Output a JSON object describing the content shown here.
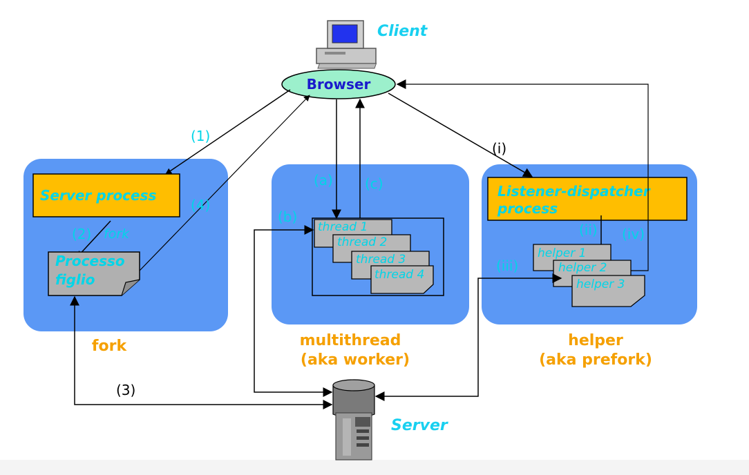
{
  "labels": {
    "client": "Client",
    "browser": "Browser",
    "server": "Server",
    "step1": "(1)",
    "step2": "(2)",
    "fork_word": "fork",
    "step3": "(3)",
    "step4": "(4)",
    "server_process": "Server process",
    "child_line1": "Processo",
    "child_line2": "figlio",
    "fork_title": "fork",
    "step_a": "(a)",
    "step_b": "(b)",
    "step_c": "(c)",
    "threads": [
      "thread 1",
      "thread 2",
      "thread 3",
      "thread 4"
    ],
    "mt_title_1": "multithread",
    "mt_title_2": "(aka worker)",
    "step_i": "(i)",
    "step_ii": "(ii)",
    "step_iii": "(iii)",
    "step_iv": "(iv)",
    "listener_line1": "Listener-dispatcher",
    "listener_line2": "process",
    "helpers": [
      "helper 1",
      "helper 2",
      "helper 3"
    ],
    "helper_title_1": "helper",
    "helper_title_2": "(aka prefork)"
  },
  "colors": {
    "panel": "#5b98f5",
    "orange_box": "#ffbe00",
    "doc_gray": "#b8b8b8",
    "cyan_text": "#00d5e8",
    "title_orange": "#f5a000",
    "browser_fill": "#9cf0cc",
    "browser_text": "#1a1acc",
    "client_text": "#18d0f0"
  }
}
